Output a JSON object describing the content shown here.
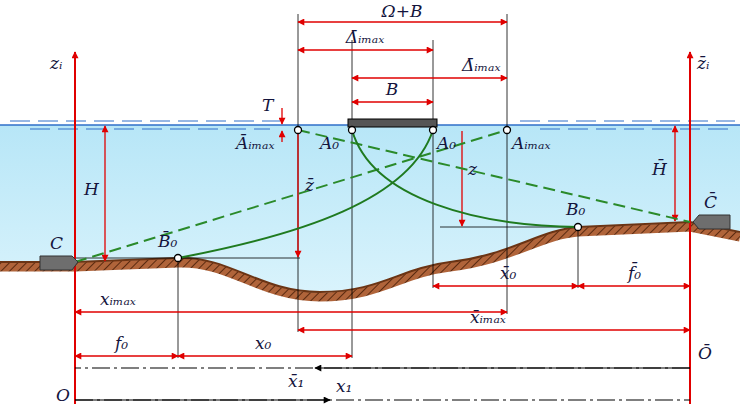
{
  "diagram": {
    "labels": [
      "Ω+B",
      "Δ̄ᵢₘₐₓ",
      "B",
      "Δ̄ᵢₘₐₓ",
      "T",
      "Āᵢₘₐₓ",
      "A₀",
      "A₀",
      "Aᵢₘₐₓ",
      "zᵢ",
      "z̄ᵢ",
      "H",
      "H̄",
      "z̄",
      "z",
      "C",
      "C̄",
      "B̄₀",
      "B₀",
      "x̄₀",
      "f̄₀",
      "xᵢₘₐₓ",
      "x̄ᵢₘₐₓ",
      "f₀",
      "x₀",
      "x̄₁",
      "x₁",
      "O",
      "Ō"
    ]
  }
}
